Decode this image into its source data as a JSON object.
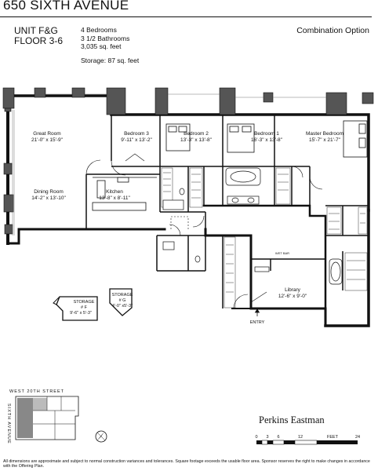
{
  "header": {
    "address": "650 SIXTH AVENUE",
    "unit_line1": "UNIT F&G",
    "unit_line2": "FLOOR 3-6",
    "bedrooms": "4 Bedrooms",
    "bathrooms": "3 1/2 Bathrooms",
    "area": "3,035 sq. feet",
    "storage": "Storage: 87 sq. feet",
    "option": "Combination Option"
  },
  "rooms": {
    "great_room": {
      "name": "Great Room",
      "dims": "21'-0\" x 15'-9\""
    },
    "bedroom3": {
      "name": "Bedroom 3",
      "dims": "9'-11\" x 13'-2\""
    },
    "bedroom2": {
      "name": "Bedroom 2",
      "dims": "13'-3\" x 13'-8\""
    },
    "bedroom1": {
      "name": "Bedroom 1",
      "dims": "16'-3\" x 13'-8\""
    },
    "master": {
      "name": "Master Bedroom",
      "dims": "15'-7\" x 21'-7\""
    },
    "dining": {
      "name": "Dining Room",
      "dims": "14'-2\" x 13'-10\""
    },
    "kitchen": {
      "name": "Kitchen",
      "dims": "13'-8\" x 8'-11\""
    },
    "library": {
      "name": "Library",
      "dims": "12'-6\" x 9'-0\""
    },
    "wet_bar": "WET BAR",
    "entry": "ENTRY"
  },
  "storage_units": {
    "f": {
      "line1": "STORAGE",
      "line2": "# F",
      "dims": "9'-6\" x 5'-3\""
    },
    "g": {
      "line1": "STORAGE",
      "line2": "# G",
      "dims": "4'-0\" x5'-3\""
    }
  },
  "key_plan": {
    "street_top": "WEST 20TH STREET",
    "street_side": "SIXTH AVENUE"
  },
  "architect": "Perkins Eastman",
  "scale": {
    "ticks": [
      "0",
      "3",
      "6",
      "12",
      "FEET",
      "24"
    ]
  },
  "disclaimer": "All dimensions are approximate and subject to normal construction variances and tolerances. Square footage exceeds the usable floor area. Sponsor reserves the right to make changes in accordance with the Offering Plan."
}
